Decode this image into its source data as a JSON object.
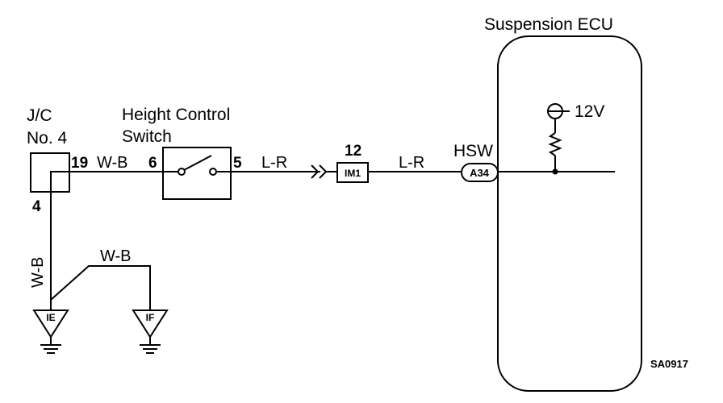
{
  "ecu": {
    "title": "Suspension ECU",
    "voltage": "12V"
  },
  "jc": {
    "name_line1": "J/C",
    "name_line2": "No. 4",
    "pin_out": "19",
    "pin_ground": "4"
  },
  "switch": {
    "name_line1": "Height Control",
    "name_line2": "Switch",
    "pin_in": "6",
    "pin_out": "5"
  },
  "connector_im1": {
    "number": "12",
    "label": "IM1"
  },
  "ecu_terminal": {
    "name": "HSW",
    "code": "A34"
  },
  "wires": {
    "wb_jc_switch": "W-B",
    "wb_vertical": "W-B",
    "wb_branch": "W-B",
    "lr_switch_conn": "L-R",
    "lr_conn_ecu": "L-R"
  },
  "grounds": {
    "left": "IE",
    "right": "IF"
  },
  "figure_code": "SA0917"
}
